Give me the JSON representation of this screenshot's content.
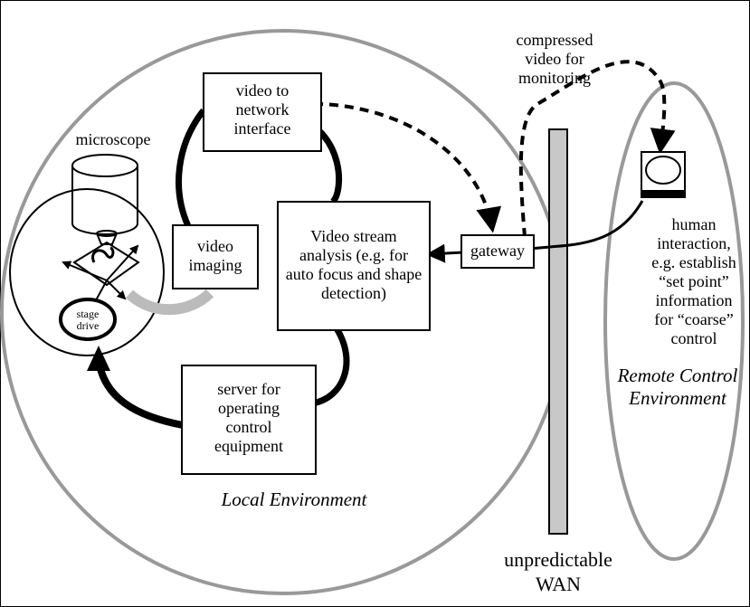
{
  "labels": {
    "microscope": "microscope",
    "video_network": "video to network interface",
    "video_imaging": "video imaging",
    "video_stream": "Video stream analysis (e.g. for auto focus and shape detection)",
    "gateway": "gateway",
    "server": "server for operating control equipment",
    "stage_drive": "stage drive",
    "local_env": "Local Environment",
    "compressed": "compressed video for monitoring",
    "human": "human interaction, e.g. establish “set point” information for “coarse” control",
    "remote_env": "Remote Control Environment",
    "wan": "unpredictable WAN"
  }
}
